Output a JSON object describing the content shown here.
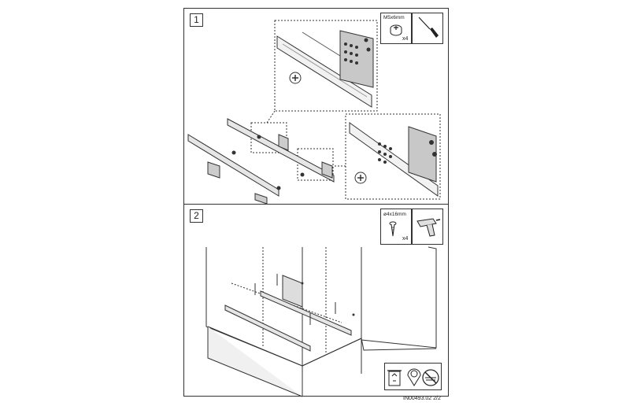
{
  "steps": [
    {
      "number": "1",
      "screw": "M5x6mm",
      "quantity": "x4",
      "tool": "screwdriver-icon"
    },
    {
      "number": "2",
      "screw": "ø4x16mm",
      "quantity": "x4",
      "tool": "cordless-drill-icon"
    }
  ],
  "footer": {
    "doc_id": "IN00493.02 2/2",
    "icons": [
      "recycle-bin-icon",
      "recycle-location-icon",
      "no-wet-cleaning-icon"
    ]
  }
}
